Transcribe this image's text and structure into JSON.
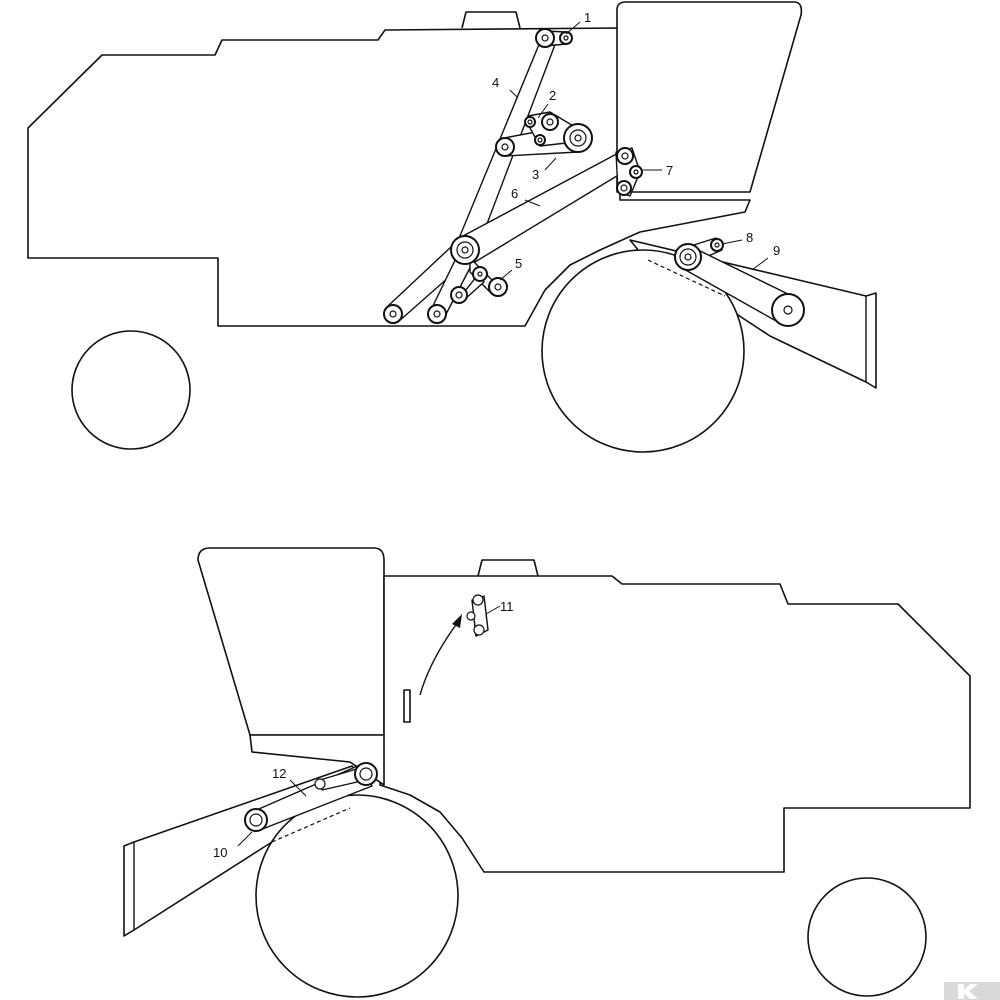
{
  "callouts": {
    "c1": "1",
    "c2": "2",
    "c3": "3",
    "c4": "4",
    "c5": "5",
    "c6": "6",
    "c7": "7",
    "c8": "8",
    "c9": "9",
    "c10": "10",
    "c11": "11",
    "c12": "12"
  },
  "logo": {
    "name": "brand-watermark-k-icon",
    "color": "#d9d9d9"
  }
}
